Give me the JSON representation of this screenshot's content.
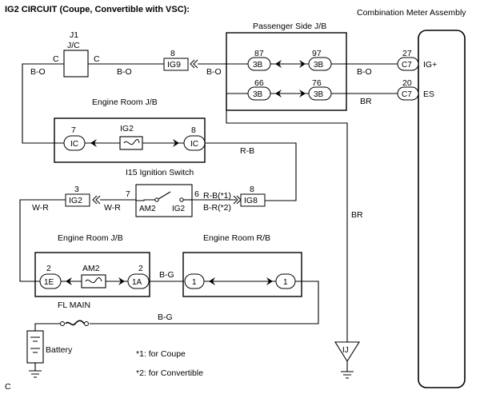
{
  "title": "IG2 CIRCUIT (Coupe, Convertible with VSC):",
  "combination_meter": {
    "label": "Combination Meter Assembly",
    "pins": [
      {
        "num": "27",
        "code": "C7",
        "signal": "IG+"
      },
      {
        "num": "20",
        "code": "C7",
        "signal": "ES"
      }
    ]
  },
  "passenger_jb": {
    "label": "Passenger Side J/B",
    "left_pins": [
      "87",
      "66"
    ],
    "right_pins": [
      "97",
      "76"
    ],
    "connector": "3B"
  },
  "j1": {
    "label_top": "J1",
    "label_bottom": "J/C",
    "left_pin": "C",
    "right_pin": "C"
  },
  "ig9": {
    "pin": "8",
    "code": "IG9"
  },
  "wire_colors": {
    "j1_left": "B-O",
    "j1_to_ig9": "B-O",
    "ig9_to_jb": "B-O",
    "jb_to_meter_top": "B-O",
    "jb_to_meter_bottom": "BR",
    "br_down": "BR",
    "ic_right": "R-B",
    "ig2_left": "W-R",
    "ig2_right": "W-R",
    "sw_out_1": "R-B(*1)",
    "sw_out_2": "B-R(*2)",
    "main_link": "B-G",
    "battery_link": "B-G"
  },
  "engine_room_jb_top": {
    "label": "Engine Room J/B",
    "left_pin": "7",
    "right_pin": "8",
    "connector": "IC",
    "fuse": "IG2"
  },
  "ignition_switch": {
    "label": "I15 Ignition Switch",
    "left_pin": "7",
    "right_pin": "6",
    "left_term": "AM2",
    "right_term": "IG2"
  },
  "ig2_conn": {
    "pin": "3",
    "code": "IG2"
  },
  "ig8_conn": {
    "pin": "8",
    "code": "IG8"
  },
  "engine_room_jb_bottom": {
    "label": "Engine Room J/B",
    "left_pin": "2",
    "left_code": "1E",
    "right_pin": "2",
    "right_code": "1A",
    "fuse": "AM2"
  },
  "engine_room_rb": {
    "label": "Engine Room R/B",
    "left_code": "1",
    "right_code": "1"
  },
  "fl_main": "FL MAIN",
  "battery": "Battery",
  "ground_ij": "IJ",
  "notes": [
    "*1: for Coupe",
    "*2: for Convertible"
  ],
  "figure_code": "C"
}
